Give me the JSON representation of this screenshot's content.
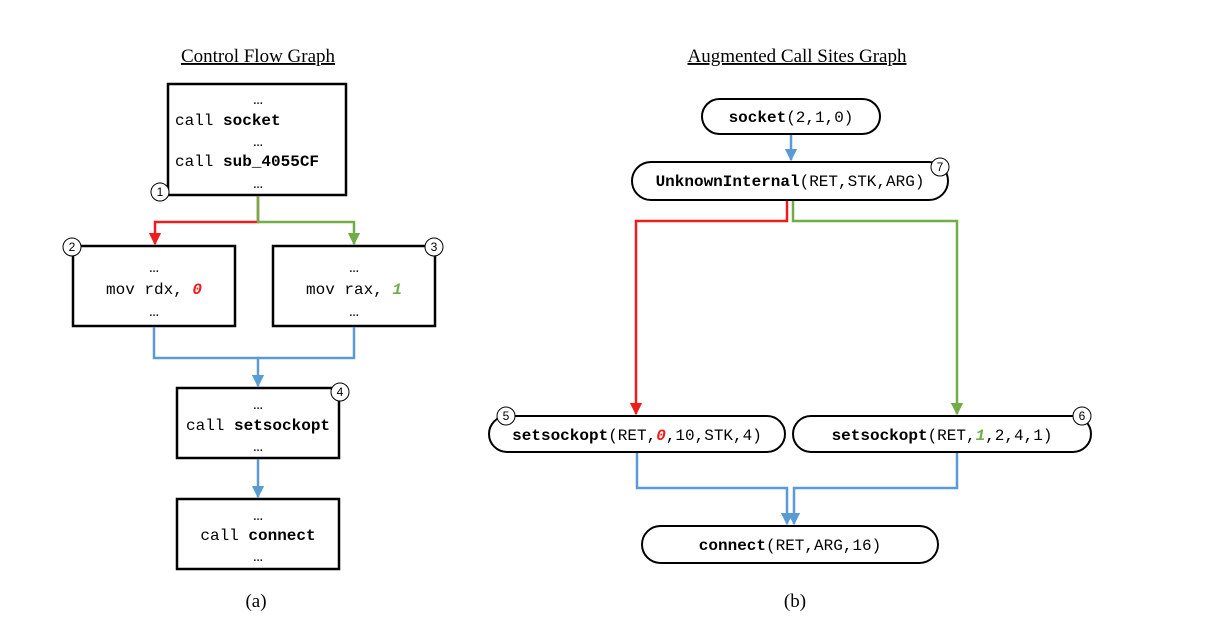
{
  "colors": {
    "red": "#ee1c1c",
    "green": "#70ad47",
    "blue": "#5b9bd5",
    "stroke": "#000000"
  },
  "panel_a": {
    "title": "Control Flow Graph",
    "caption": "(a)",
    "block1": {
      "number": "1",
      "ellipsis_top": "…",
      "call_socket_prefix": "call ",
      "call_socket_fn": "socket",
      "ellipsis_mid": "…",
      "call_sub_prefix": "call ",
      "call_sub_fn": "sub_4055CF",
      "ellipsis_bottom": "…"
    },
    "block2": {
      "number": "2",
      "ellipsis_top": "…",
      "instr": "mov rdx, ",
      "value": "0",
      "ellipsis_bottom": "…"
    },
    "block3": {
      "number": "3",
      "ellipsis_top": "…",
      "instr": "mov rax, ",
      "value": "1",
      "ellipsis_bottom": "…"
    },
    "block4": {
      "number": "4",
      "ellipsis_top": "…",
      "call_prefix": "call ",
      "call_fn": "setsockopt",
      "ellipsis_bottom": "…"
    },
    "block5": {
      "ellipsis_top": "…",
      "call_prefix": "call ",
      "call_fn": "connect",
      "ellipsis_bottom": "…"
    }
  },
  "panel_b": {
    "title": "Augmented Call Sites Graph",
    "caption": "(b)",
    "node_socket": {
      "fn": "socket",
      "args": "(2,1,0)"
    },
    "node_unknown": {
      "number": "7",
      "fn": "UnknownInternal",
      "args": "(RET,STK,ARG)"
    },
    "node_setsockopt5": {
      "number": "5",
      "fn": "setsockopt",
      "args_pre": "(RET,",
      "args_val": "0",
      "args_post": ",10,STK,4)"
    },
    "node_setsockopt6": {
      "number": "6",
      "fn": "setsockopt",
      "args_pre": "(RET,",
      "args_val": "1",
      "args_post": ",2,4,1)"
    },
    "node_connect": {
      "fn": "connect",
      "args": "(RET,ARG,16)"
    }
  }
}
